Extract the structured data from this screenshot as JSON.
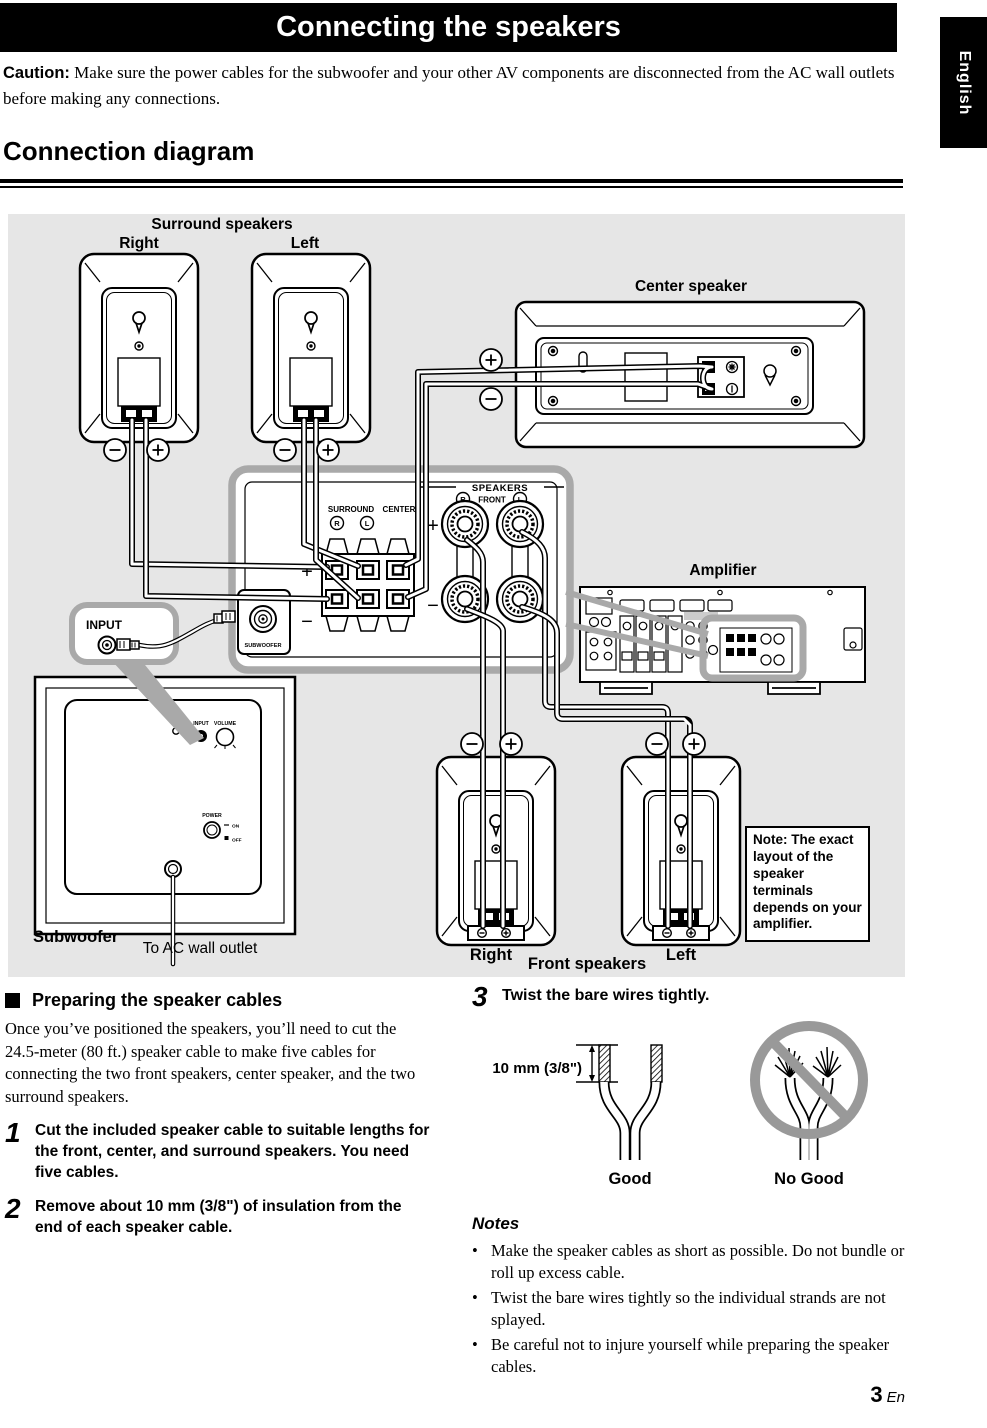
{
  "page": {
    "title": "Connecting the speakers",
    "language_tab": "English",
    "caution_label": "Caution:",
    "caution_text": " Make sure the power cables for the subwoofer and your other AV components are disconnected from the AC wall outlets before making any connections.",
    "section_heading": "Connection diagram",
    "page_number": "3",
    "page_region": "En"
  },
  "diagram": {
    "labels": {
      "surround_speakers": "Surround speakers",
      "surround_right": "Right",
      "surround_left": "Left",
      "center_speaker": "Center speaker",
      "amplifier": "Amplifier",
      "subwoofer": "Subwoofer",
      "to_ac_wall_outlet": "To AC wall outlet",
      "front_right": "Right",
      "front_speakers": "Front speakers",
      "front_left": "Left"
    },
    "panel": {
      "speakers": "SPEAKERS",
      "front": "FRONT",
      "surround": "SURROUND",
      "center": "CENTER",
      "subwoofer_jack": "SUBWOOFER",
      "input_callout": "INPUT"
    },
    "symbols": {
      "plus": "+",
      "minus": "−",
      "right_channel": "R",
      "left_channel": "L"
    },
    "subwoofer_panel": {
      "input": "INPUT",
      "volume": "VOLUME",
      "power": "POWER",
      "on": "ON",
      "off": "OFF"
    },
    "note": "Note: The exact layout of the speaker terminals depends on your amplifier."
  },
  "instructions": {
    "section_title": "Preparing the speaker cables",
    "intro": "Once you’ve positioned the speakers, you’ll need to cut the 24.5-meter (80 ft.) speaker cable to make five cables for connecting the two front speakers, center speaker, and the two surround speakers.",
    "steps": [
      {
        "num": "1",
        "text": "Cut the included speaker cable to suitable lengths for the front, center, and surround speakers. You need five cables."
      },
      {
        "num": "2",
        "text": "Remove about 10 mm (3/8\") of insulation from the end of each speaker cable."
      },
      {
        "num": "3",
        "text": "Twist the bare wires tightly."
      }
    ],
    "figure": {
      "dimension_label": "10 mm (3/8\")",
      "good_label": "Good",
      "no_good_label": "No Good"
    },
    "notes_title": "Notes",
    "notes": [
      "Make the speaker cables as short as possible. Do not bundle or roll up excess cable.",
      "Twist the bare wires tightly so the individual strands are not splayed.",
      "Be careful not to injure yourself while preparing the speaker cables."
    ]
  }
}
